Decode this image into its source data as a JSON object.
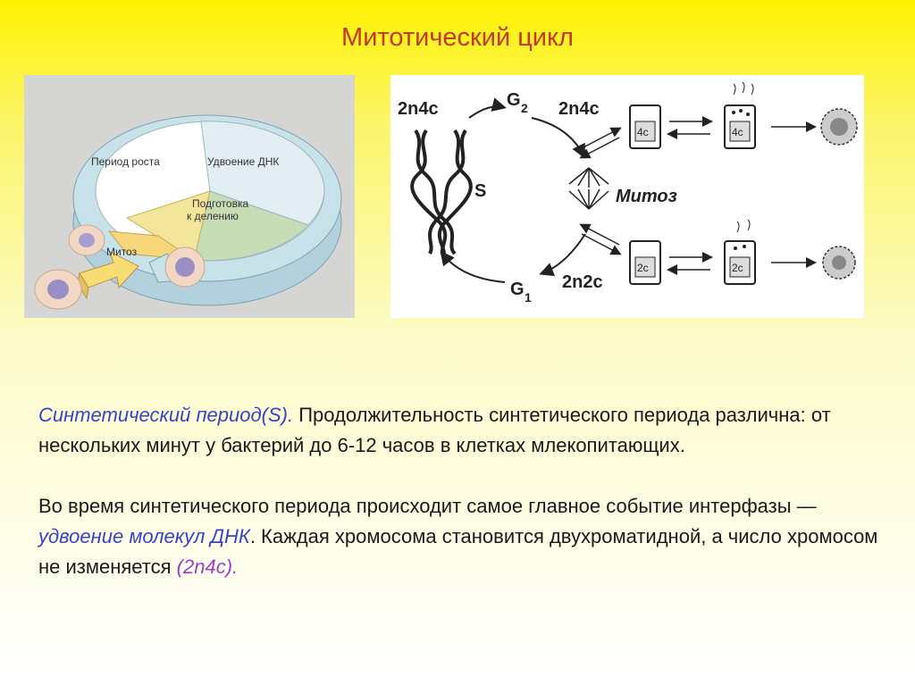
{
  "slide": {
    "title": "Митотический цикл"
  },
  "left_diagram": {
    "labels": {
      "growth": "Период роста",
      "dna": "Удвоение ДНК",
      "prep_line1": "Подготовка",
      "prep_line2": "к делению",
      "mitosis": "Митоз"
    }
  },
  "right_diagram": {
    "labels": {
      "g2_top_left": "2n4c",
      "g2_phase": "G",
      "g2_sub": "2",
      "g2_top_right": "2n4c",
      "s_phase": "S",
      "mitosis": "Митоз",
      "g1_phase": "G",
      "g1_sub": "1",
      "g1_left": "2n2c",
      "jar_4c_1": "4c",
      "jar_4c_2": "4c",
      "jar_2c_1": "2c",
      "jar_2c_2": "2c"
    }
  },
  "text": {
    "p1_lead": "Синтетический период(S).",
    "p1_rest": " Продолжительность синтетического периода различна: от нескольких минут у бактерий до 6-12 часов в клетках млекопитающих.",
    "p2_start": "Во время синтетического периода происходит самое главное событие интерфазы — ",
    "p2_highlight": "удвоение молекул ДНК",
    "p2_mid": ". Каждая хромосома становится двухроматидной, а число хромосом не изменяется ",
    "p2_formula": "(2n4c)."
  },
  "colors": {
    "title": "#c0392b",
    "accent_blue": "#3a43c8",
    "accent_purple": "#9a3ec8",
    "background_top": "#fff200"
  }
}
